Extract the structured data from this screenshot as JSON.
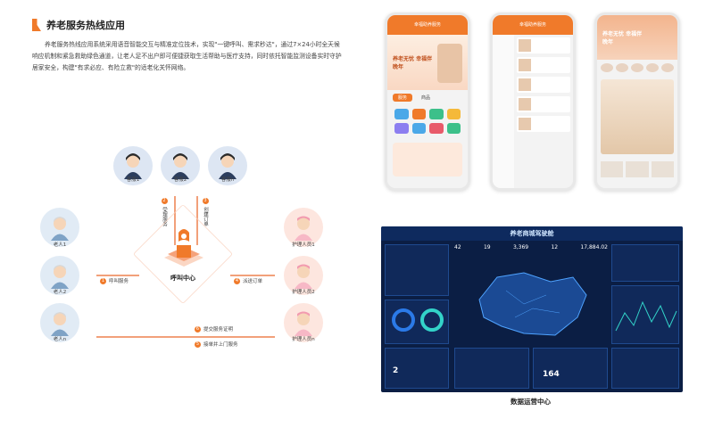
{
  "section": {
    "title": "养老服务热线应用",
    "intro": "养老服务热线应用系统采用语音智能交互与精准定位技术，实现\"一键呼叫、需求秒达\"，通过7×24小时全天候响应机制和紧急救助绿色通道，让老人足不出户即可便捷获取生活帮助与医疗支持，同时依托智能监测设备实时守护居家安全，构建\"有求必应、有险立救\"的适老化关怀网络。"
  },
  "diagram": {
    "center": "呼叫中心",
    "agents": [
      "客服1",
      "客服2",
      "客服n"
    ],
    "elders": [
      "老人1",
      "老人2",
      "老人n"
    ],
    "nurses": [
      "护理人员1",
      "护理人员2",
      "护理人员n"
    ],
    "steps": {
      "s1": {
        "num": "1",
        "label": "呼叫服务"
      },
      "s2": {
        "num": "2",
        "label": "受理服务"
      },
      "s3": {
        "num": "3",
        "label": "创建订单"
      },
      "s4": {
        "num": "4",
        "label": "派送订单"
      },
      "s5": {
        "num": "5",
        "label": "接单并上门服务"
      },
      "s6": {
        "num": "6",
        "label": "提交服务证明"
      }
    }
  },
  "phones": {
    "p1": {
      "bar": "幸福助养服务",
      "banner": "养老无忧 幸福伴晚年",
      "tabs": [
        "服务",
        "商品"
      ]
    },
    "p2": {
      "bar": "幸福助养服务"
    },
    "p3": {
      "banner": "养老无忧 幸福伴晚年"
    }
  },
  "dashboard": {
    "title": "养老商城驾驶舱",
    "stats": [
      "42",
      "19",
      "3,369",
      "12",
      "17,884.02"
    ],
    "counts": [
      "2",
      "164"
    ],
    "caption": "数据运营中心"
  },
  "colors": {
    "accent": "#f07a2a",
    "dash_bg": "#0b1e44"
  }
}
